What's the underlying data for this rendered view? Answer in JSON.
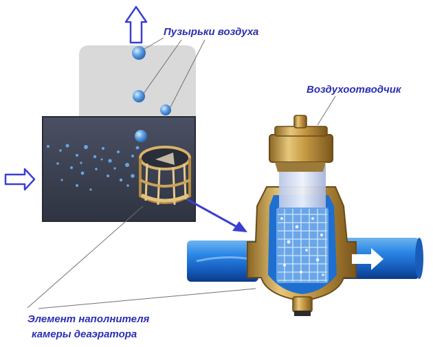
{
  "labels": {
    "air_bubbles": "Пузырьки воздуха",
    "air_vent": "Воздухоотводчик",
    "filler_element_line1": "Элемент наполнителя",
    "filler_element_line2": "камеры деаэратора"
  },
  "colors": {
    "label_text": "#2a2fb0",
    "arrow": "#3b3fd0",
    "pipe_blue": "#1f6fd6",
    "brass": "#c8a04a",
    "dark_panel": "#3c4252",
    "light_panel": "#dcdcdc"
  },
  "icons": {
    "flow_in": "outline-arrow-right",
    "air_out": "outline-arrow-up",
    "pipe_flow": "white-arrow-right"
  }
}
